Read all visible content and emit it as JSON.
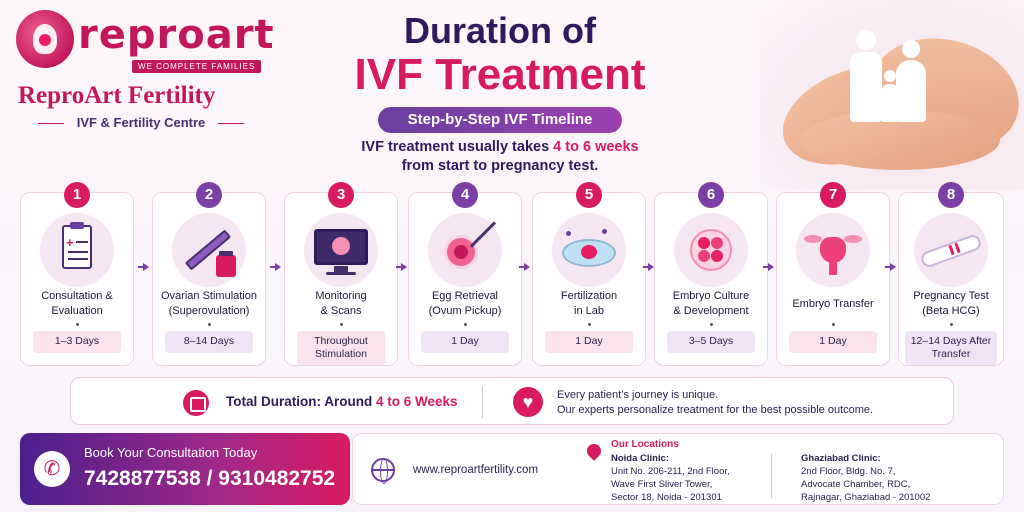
{
  "brand": {
    "logo_text": "reproart",
    "tagline": "WE COMPLETE FAMILIES",
    "name": "ReproArt Fertility",
    "subtitle": "IVF & Fertility Centre"
  },
  "header": {
    "title_line1": "Duration of",
    "title_line2": "IVF Treatment",
    "pill": "Step-by-Step IVF Timeline",
    "intro_pre": "IVF treatment usually takes ",
    "intro_highlight": "4 to 6 weeks",
    "intro_post": "from start to pregnancy test."
  },
  "colors": {
    "pink": "#d81b60",
    "purple": "#6a3fa0",
    "navy": "#2e1a5c"
  },
  "steps": [
    {
      "num": "1",
      "title": "Consultation &",
      "title2": "Evaluation",
      "duration": "1–3 Days",
      "duration2": "",
      "icon": "clipboard-icon",
      "color": "#d81b60"
    },
    {
      "num": "2",
      "title": "Ovarian Stimulation",
      "title2": "(Superovulation)",
      "duration": "8–14 Days",
      "duration2": "",
      "icon": "syringe-icon",
      "color": "#7b3fa5"
    },
    {
      "num": "3",
      "title": "Monitoring",
      "title2": "& Scans",
      "duration": "Throughout",
      "duration2": "Stimulation",
      "icon": "monitor-icon",
      "color": "#d81b60"
    },
    {
      "num": "4",
      "title": "Egg Retrieval",
      "title2": "(Ovum Pickup)",
      "duration": "1 Day",
      "duration2": "",
      "icon": "egg-retrieval-icon",
      "color": "#7b3fa5"
    },
    {
      "num": "5",
      "title": "Fertilization",
      "title2": "in Lab",
      "duration": "1 Day",
      "duration2": "",
      "icon": "petri-dish-icon",
      "color": "#d81b60"
    },
    {
      "num": "6",
      "title": "Embryo Culture",
      "title2": "& Development",
      "duration": "3–5 Days",
      "duration2": "",
      "icon": "embryo-icon",
      "color": "#7b3fa5"
    },
    {
      "num": "7",
      "title": "Embryo Transfer",
      "title2": "",
      "duration": "1 Day",
      "duration2": "",
      "icon": "uterus-icon",
      "color": "#d81b60"
    },
    {
      "num": "8",
      "title": "Pregnancy Test",
      "title2": "(Beta HCG)",
      "duration": "12–14 Days After",
      "duration2": "Transfer",
      "icon": "pregnancy-test-icon",
      "color": "#7b3fa5"
    }
  ],
  "summary": {
    "total_pre": "Total Duration: Around ",
    "total_highlight": "4 to 6 Weeks",
    "journey_line1": "Every patient’s journey is unique.",
    "journey_line2": "Our experts personalize treatment for the best possible outcome."
  },
  "footer": {
    "cta_label": "Book Your Consultation Today",
    "phones": "7428877538 / 9310482752",
    "website": "www.reproartfertility.com",
    "locations_heading": "Our Locations",
    "noida_title": "Noida Clinic:",
    "noida_l1": "Unit No. 206-211, 2nd Floor,",
    "noida_l2": "Wave First Sliver Tower,",
    "noida_l3": "Sector 18, Noida - 201301",
    "ghaz_title": "Ghaziabad Clinic:",
    "ghaz_l1": "2nd Floor, Bldg. No. 7,",
    "ghaz_l2": "Advocate Chamber, RDC,",
    "ghaz_l3": "Rajnagar, Ghaziabad - 201002"
  }
}
